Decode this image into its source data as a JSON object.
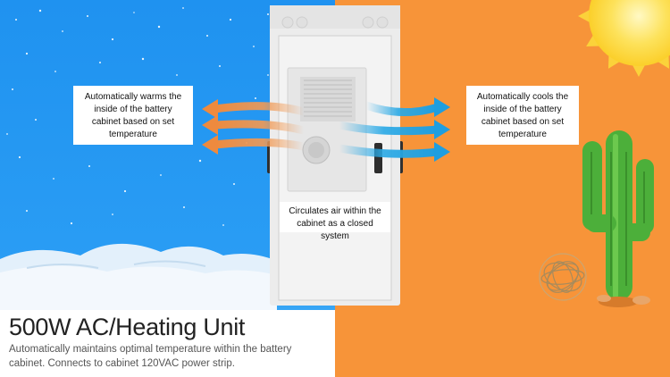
{
  "colors": {
    "cold_sky": "#2a9df4",
    "hot_sky": "#f79439",
    "warm_arrow": "#f19a55",
    "cool_arrow": "#29a9e6",
    "cabinet": "#eeeeee"
  },
  "icons": [
    "sun-icon",
    "cactus-icon",
    "tumbleweed-icon",
    "snow-hills"
  ],
  "callouts": {
    "warm": "Automatically warms the inside of the battery cabinet based on set temperature",
    "cool": "Automatically cools the inside of the battery cabinet based on set temperature",
    "circulate": "Circulates air within the cabinet as a closed system"
  },
  "caption": {
    "title": "500W AC/Heating Unit",
    "description": "Automatically maintains optimal temperature within the battery cabinet. Connects to cabinet 120VAC power strip."
  }
}
